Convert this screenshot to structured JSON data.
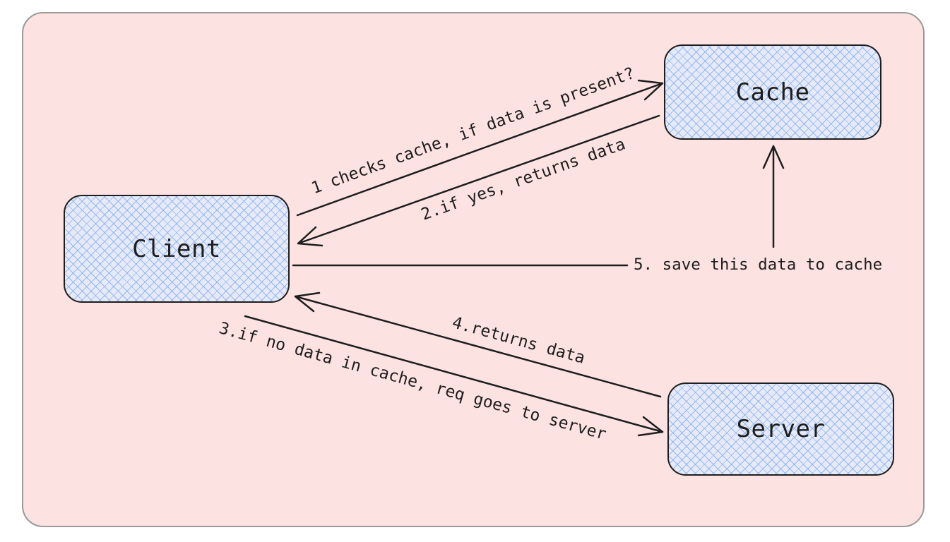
{
  "diagram": {
    "nodes": {
      "client": "Client",
      "cache": "Cache",
      "server": "Server"
    },
    "edges": {
      "check_cache": "1 checks cache, if data is present?",
      "cache_hit": "2.if yes, returns data",
      "to_server": "3.if no data in cache, req goes to server",
      "server_returns": "4.returns data",
      "save_to_cache": "5. save this data to cache"
    }
  },
  "colors": {
    "background": "#fde2e2",
    "frame_border": "#9a9a9a",
    "node_fill": "#e6e9f7",
    "node_hatch": "#78aaf0",
    "stroke": "#1e1e1e"
  }
}
